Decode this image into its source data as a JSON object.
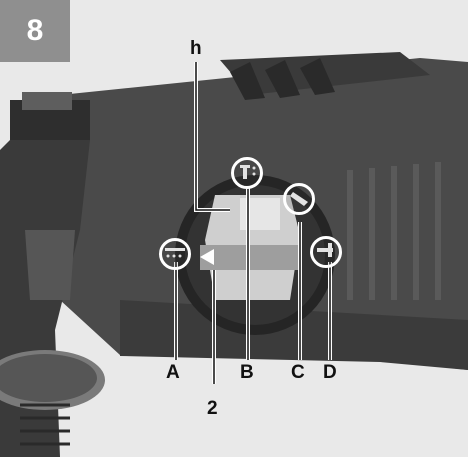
{
  "figure": {
    "number": "8",
    "labels": {
      "h": "h",
      "a": "A",
      "b": "B",
      "c": "C",
      "d": "D",
      "two": "2"
    }
  },
  "icons": {
    "a": "drill-only-mode-icon",
    "b": "hammer-drill-mode-icon",
    "c": "chisel-adjust-mode-icon",
    "d": "chisel-mode-icon"
  },
  "colors": {
    "background": "#e9e9e9",
    "tool_body": "#4a4a4a",
    "tool_dark": "#2c2c2c",
    "selector_knob": "#d2d2d2",
    "label_badge": "#8f8f8f"
  }
}
